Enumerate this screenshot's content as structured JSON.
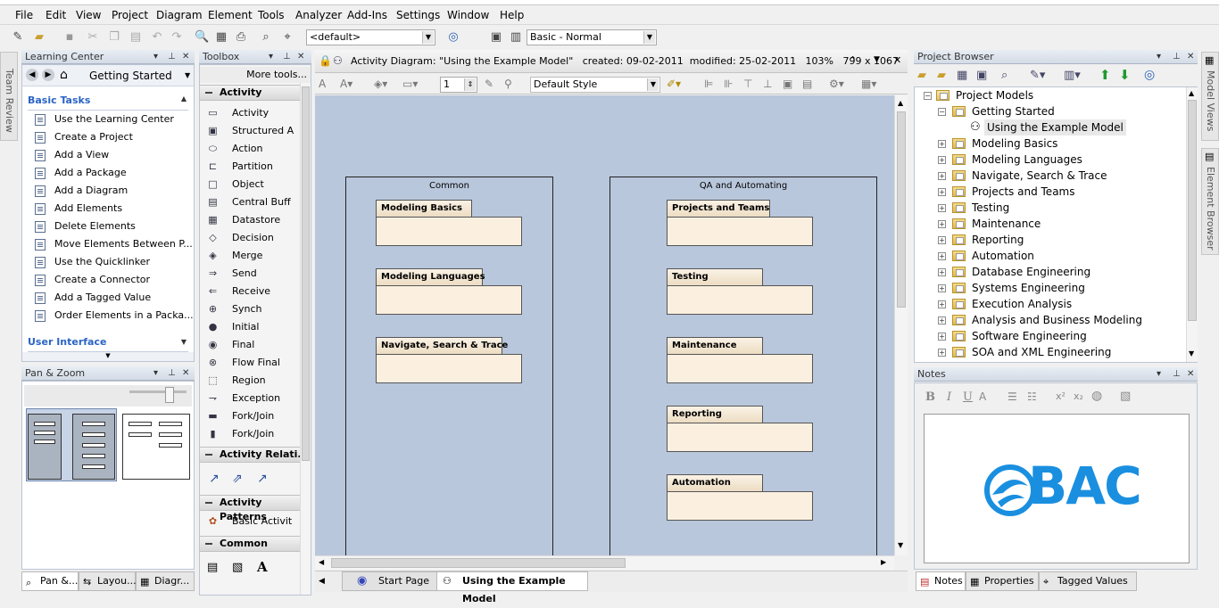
{
  "menu": [
    "File",
    "Edit",
    "View",
    "Project",
    "Diagram",
    "Element",
    "Tools",
    "Analyzer",
    "Add-Ins",
    "Settings",
    "Window",
    "Help"
  ],
  "toolbar": {
    "perspective": "<default>",
    "workspace": "Basic - Normal"
  },
  "left_tabs": {
    "team_review": "Team Review"
  },
  "right_tabs": {
    "model_views": "Model Views",
    "element_browser": "Element Browser"
  },
  "learning_center": {
    "title": "Learning Center",
    "nav_value": "Getting Started",
    "section1": "Basic Tasks",
    "items": [
      "Use the Learning Center",
      "Create a Project",
      "Add a View",
      "Add a Package",
      "Add a Diagram",
      "Add Elements",
      "Delete Elements",
      "Move Elements Between P...",
      "Use the Quicklinker",
      "Create a Connector",
      "Add a Tagged Value",
      "Order Elements in a Packa..."
    ],
    "section2": "User Interface"
  },
  "pan_zoom": {
    "title": "Pan & Zoom"
  },
  "bottom_left_tabs": [
    "Pan &...",
    "Layou...",
    "Diagr..."
  ],
  "toolbox": {
    "title": "Toolbox",
    "more_tools": "More tools...",
    "sections": {
      "activity": "Activity",
      "activity_relations": "Activity Relati...",
      "activity_patterns": "Activity Patterns",
      "common": "Common"
    },
    "activity_items": [
      {
        "label": "Activity",
        "icon": "activity-icon"
      },
      {
        "label": "Structured A",
        "icon": "structured-activity-icon"
      },
      {
        "label": "Action",
        "icon": "action-icon"
      },
      {
        "label": "Partition",
        "icon": "partition-icon"
      },
      {
        "label": "Object",
        "icon": "object-icon"
      },
      {
        "label": "Central Buff",
        "icon": "central-buffer-icon"
      },
      {
        "label": "Datastore",
        "icon": "datastore-icon"
      },
      {
        "label": "Decision",
        "icon": "decision-icon"
      },
      {
        "label": "Merge",
        "icon": "merge-icon"
      },
      {
        "label": "Send",
        "icon": "send-icon"
      },
      {
        "label": "Receive",
        "icon": "receive-icon"
      },
      {
        "label": "Synch",
        "icon": "synch-icon"
      },
      {
        "label": "Initial",
        "icon": "initial-icon"
      },
      {
        "label": "Final",
        "icon": "final-icon"
      },
      {
        "label": "Flow Final",
        "icon": "flow-final-icon"
      },
      {
        "label": "Region",
        "icon": "region-icon"
      },
      {
        "label": "Exception",
        "icon": "exception-icon"
      },
      {
        "label": "Fork/Join",
        "icon": "fork-join-icon"
      },
      {
        "label": "Fork/Join",
        "icon": "fork-join-vertical-icon"
      }
    ],
    "pattern_item": "Basic Activit"
  },
  "diagram": {
    "header": "Activity Diagram: \"Using the Example Model\"   created: 09-02-2011  modified: 25-02-2011   103%   799 x 1067",
    "style": "Default Style",
    "line_width": "1",
    "partitions": [
      {
        "title": "Common",
        "packages": [
          "Modeling Basics",
          "Modeling Languages",
          "Navigate, Search & Trace"
        ]
      },
      {
        "title": "QA and Automating",
        "packages": [
          "Projects and Teams",
          "Testing",
          "Maintenance",
          "Reporting",
          "Automation"
        ]
      }
    ],
    "tabs": [
      "Start Page",
      "Using the Example Model"
    ]
  },
  "project_browser": {
    "title": "Project Browser",
    "root": "Project Models",
    "getting_started": "Getting Started",
    "example_model": "Using the Example Model",
    "items": [
      "Modeling Basics",
      "Modeling Languages",
      "Navigate, Search & Trace",
      "Projects and Teams",
      "Testing",
      "Maintenance",
      "Reporting",
      "Automation",
      "Database Engineering",
      "Systems Engineering",
      "Execution Analysis",
      "Analysis and Business Modeling",
      "Software Engineering",
      "SOA and XML Engineering"
    ]
  },
  "notes": {
    "title": "Notes",
    "logo_text": "BAC"
  },
  "bottom_right_tabs": [
    "Notes",
    "Properties",
    "Tagged Values"
  ],
  "colors": {
    "canvas": "#b9c7dc",
    "package": "#fbf0e0",
    "logo_blue": "#1a8fe0"
  }
}
